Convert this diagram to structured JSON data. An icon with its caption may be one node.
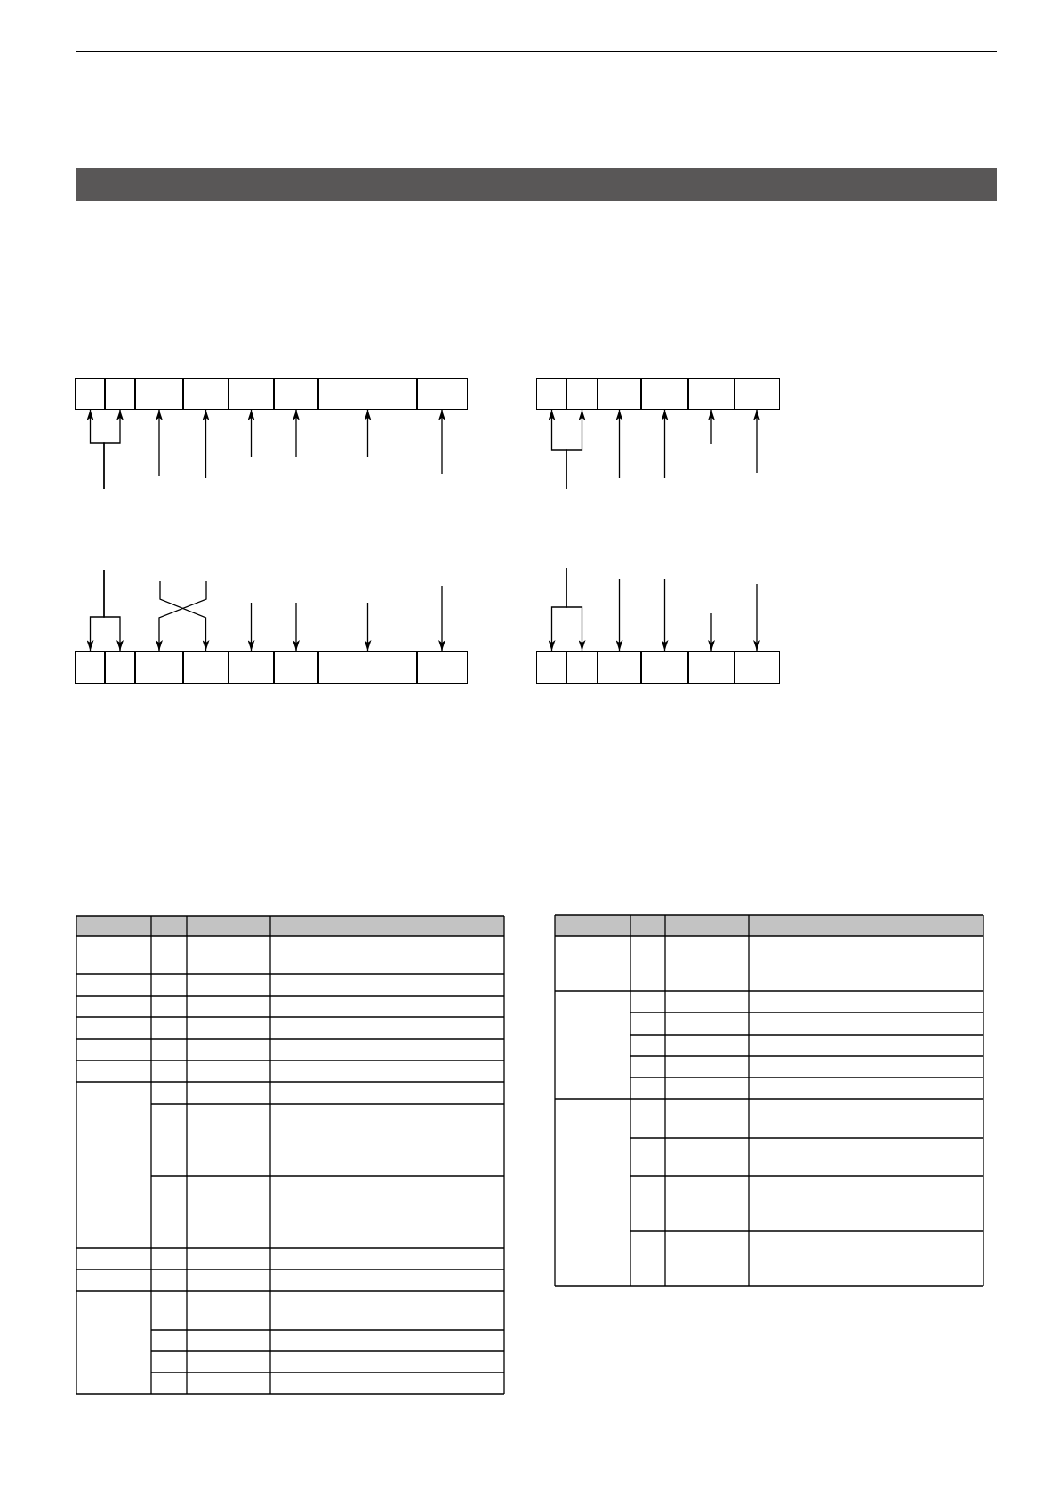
{
  "diagram": {
    "nodes": [
      {
        "text": [],
        "shape": "box"
      },
      {
        "text": [],
        "shape": "box"
      },
      {
        "text": [],
        "shape": "box"
      },
      {
        "text": [],
        "shape": "box"
      },
      {
        "text": [],
        "shape": "box"
      },
      {
        "text": [],
        "shape": "box"
      },
      {
        "text": [],
        "shape": "box"
      },
      {
        "text": [],
        "shape": "box"
      },
      {
        "text": [],
        "shape": "box"
      },
      {
        "text": [],
        "shape": "box"
      },
      {
        "text": [],
        "shape": "box"
      },
      {
        "text": [],
        "shape": "box"
      },
      {
        "text": [],
        "shape": "box"
      },
      {
        "text": [],
        "shape": "box"
      },
      {
        "text": [],
        "shape": "box"
      },
      {
        "text": [],
        "shape": "box"
      },
      {
        "text": [],
        "shape": "box"
      },
      {
        "text": [],
        "shape": "box"
      },
      {
        "text": [],
        "shape": "box"
      },
      {
        "text": [],
        "shape": "box"
      },
      {
        "text": [],
        "shape": "box"
      },
      {
        "text": [],
        "shape": "box"
      },
      {
        "text": [],
        "shape": "box"
      },
      {
        "text": [],
        "shape": "box"
      },
      {
        "text": [],
        "shape": "box"
      },
      {
        "text": [],
        "shape": "box"
      },
      {
        "text": [],
        "shape": "box"
      },
      {
        "text": [],
        "shape": "box"
      }
    ],
    "edges": [
      {
        "from": null,
        "to": 0,
        "arrow": "to"
      },
      {
        "from": null,
        "to": 1,
        "arrow": "to"
      },
      {
        "from": null,
        "to": 2,
        "arrow": "to"
      },
      {
        "from": null,
        "to": 3,
        "arrow": "to"
      },
      {
        "from": null,
        "to": 4,
        "arrow": "to"
      },
      {
        "from": null,
        "to": 5,
        "arrow": "to"
      },
      {
        "from": null,
        "to": 6,
        "arrow": "to"
      },
      {
        "from": null,
        "to": 7,
        "arrow": "to"
      },
      {
        "from": null,
        "to": 8,
        "arrow": "to"
      },
      {
        "from": null,
        "to": 9,
        "arrow": "to"
      },
      {
        "from": null,
        "to": 10,
        "arrow": "to"
      },
      {
        "from": null,
        "to": 11,
        "arrow": "to"
      },
      {
        "from": null,
        "to": 12,
        "arrow": "to"
      },
      {
        "from": null,
        "to": 13,
        "arrow": "to"
      },
      {
        "from": null,
        "to": 14,
        "arrow": "to"
      },
      {
        "from": null,
        "to": 15,
        "arrow": "to"
      },
      {
        "from": null,
        "to": 16,
        "arrow": "to"
      },
      {
        "from": null,
        "to": 17,
        "arrow": "to"
      },
      {
        "from": null,
        "to": 18,
        "arrow": "to"
      },
      {
        "from": null,
        "to": 19,
        "arrow": "to"
      },
      {
        "from": null,
        "to": 20,
        "arrow": "to"
      },
      {
        "from": null,
        "to": 21,
        "arrow": "to"
      },
      {
        "from": null,
        "to": 22,
        "arrow": "to"
      },
      {
        "from": null,
        "to": 23,
        "arrow": "to"
      },
      {
        "from": null,
        "to": 24,
        "arrow": "to"
      },
      {
        "from": null,
        "to": 25,
        "arrow": "to"
      },
      {
        "from": null,
        "to": 26,
        "arrow": "to"
      },
      {
        "from": null,
        "to": 27,
        "arrow": "to"
      }
    ]
  }
}
